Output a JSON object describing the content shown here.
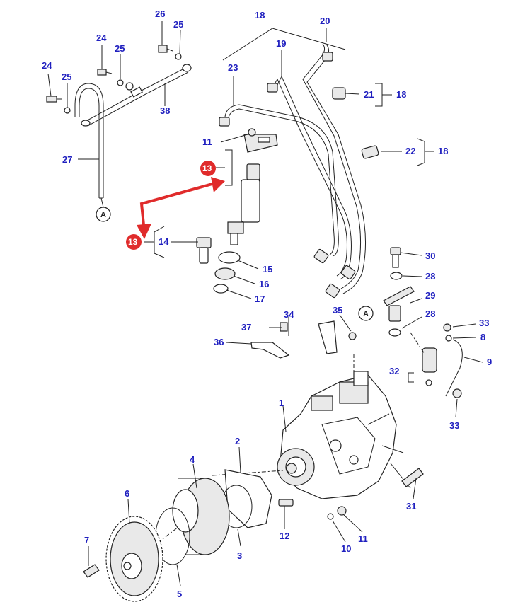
{
  "colors": {
    "callout_text": "#1f1fbf",
    "highlight_badge": "#e02b2b",
    "arrow": "#e02b2b",
    "line": "#222222"
  },
  "labels": {
    "l1": "1",
    "l2": "2",
    "l3": "3",
    "l4": "4",
    "l5": "5",
    "l6": "6",
    "l7": "7",
    "l8": "8",
    "l9": "9",
    "l10": "10",
    "l11a": "11",
    "l11b": "11",
    "l12": "12",
    "l13a": "13",
    "l13b": "13",
    "l14": "14",
    "l15": "15",
    "l16": "16",
    "l17": "17",
    "l18a": "18",
    "l18b": "18",
    "l18c": "18",
    "l19": "19",
    "l20": "20",
    "l21": "21",
    "l22": "22",
    "l23": "23",
    "l24a": "24",
    "l24b": "24",
    "l25a": "25",
    "l25b": "25",
    "l25c": "25",
    "l26": "26",
    "l27": "27",
    "l28a": "28",
    "l28b": "28",
    "l29": "29",
    "l30": "30",
    "l31": "31",
    "l32": "32",
    "l33a": "33",
    "l33b": "33",
    "l34": "34",
    "l35": "35",
    "l36": "36",
    "l37": "37",
    "l38": "38"
  },
  "references": {
    "refA_top": "A",
    "refA_bottom": "A"
  }
}
